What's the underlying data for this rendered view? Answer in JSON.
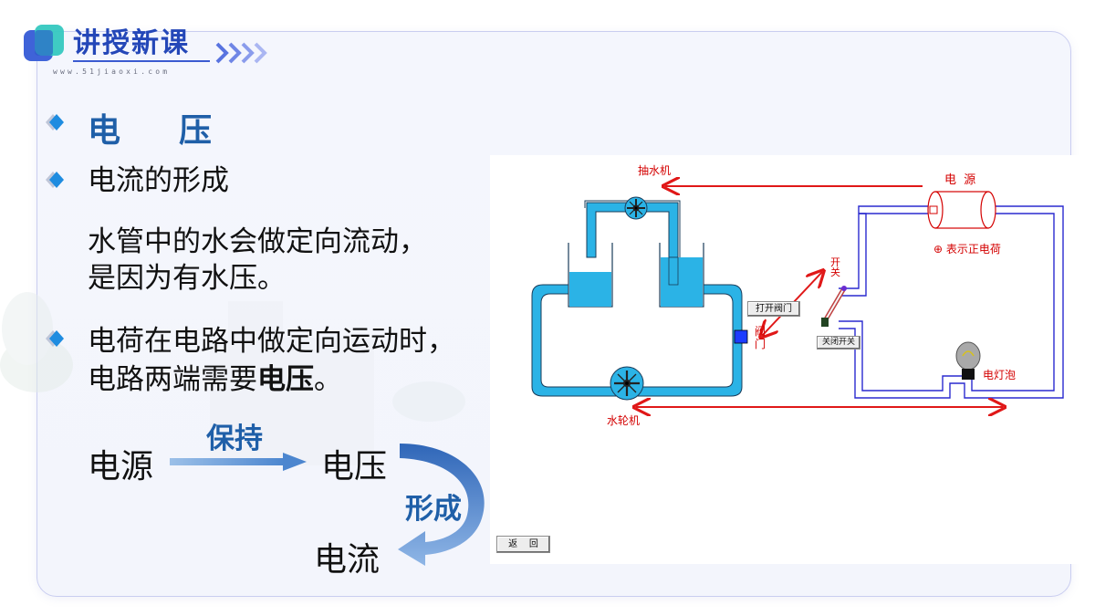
{
  "header": {
    "title": "讲授新课",
    "url": "www.51jiaoxi.com"
  },
  "content": {
    "heading_char1": "电",
    "heading_char2": "压",
    "bullet2_title": "电流的形成",
    "water_line1": "水管中的水会做定向流动，",
    "water_line2": "是因为有水压。",
    "charge_line1": "电荷在电路中做定向运动时，",
    "charge_line2_prefix": "电路两端需要",
    "charge_line2_bold": "电压",
    "charge_line2_suffix": "。"
  },
  "flow": {
    "source": "电源",
    "keep_label": "保持",
    "voltage": "电压",
    "form_label": "形成",
    "current": "电流"
  },
  "diagram": {
    "pump_label": "抽水机",
    "power_label": "电  源",
    "positive_charge_label": "⊕ 表示正电荷",
    "switch_label": "开\n关",
    "valve_label": "阀\n门",
    "bulb_label": "电灯泡",
    "turbine_label": "水轮机",
    "open_valve_button": "打开阀门",
    "close_switch_button": "关闭开关",
    "back_button": "返    回"
  },
  "colors": {
    "heading_blue": "#1f5fa8",
    "pipe_blue": "#2bb3e6",
    "wire_blue": "#2a2acf",
    "arrow_red": "#e01818"
  }
}
